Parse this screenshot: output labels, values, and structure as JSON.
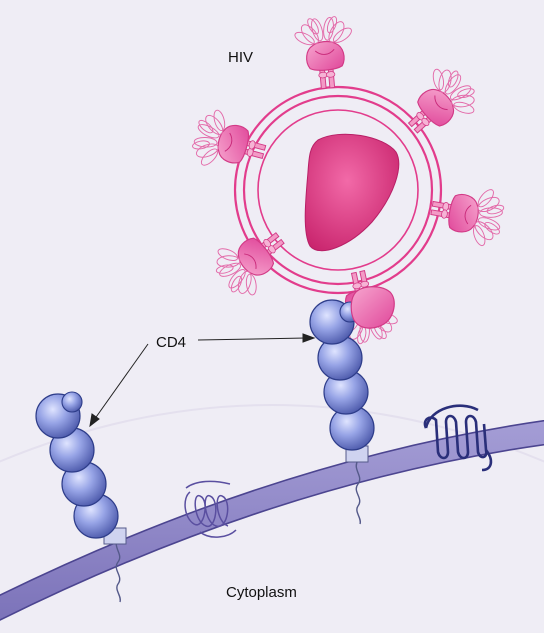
{
  "labels": {
    "hiv": "HIV",
    "cd4": "CD4",
    "cytoplasm": "Cytoplasm"
  },
  "colors": {
    "background": "#efedf5",
    "virus_pink": "#e23c8c",
    "virus_fill": "#f07ab8",
    "capsid": "#d82e78",
    "membrane": "#8a82c4",
    "membrane_edge": "#4c4590",
    "cd4_fill": "#8e9be0",
    "cd4_edge": "#2e3d8a",
    "coiled_protein": "#2a2f7a"
  }
}
